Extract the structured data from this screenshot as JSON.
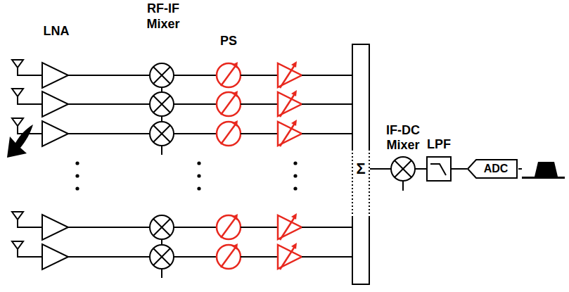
{
  "diagram": {
    "nodes": [
      {
        "text": [
          "Σ"
        ]
      },
      {
        "text": [
          "IF-DC Mixer"
        ]
      },
      {
        "text": [
          "LPF"
        ]
      },
      {
        "text": [
          "ADC"
        ]
      }
    ],
    "edges": [
      {
        "from": 0,
        "to": 1,
        "arrow": "none"
      },
      {
        "from": 1,
        "to": 2,
        "arrow": "none"
      },
      {
        "from": 2,
        "to": 3,
        "arrow": "none"
      }
    ],
    "labels": [
      "LNA",
      "RF-IF Mixer",
      "PS"
    ]
  }
}
